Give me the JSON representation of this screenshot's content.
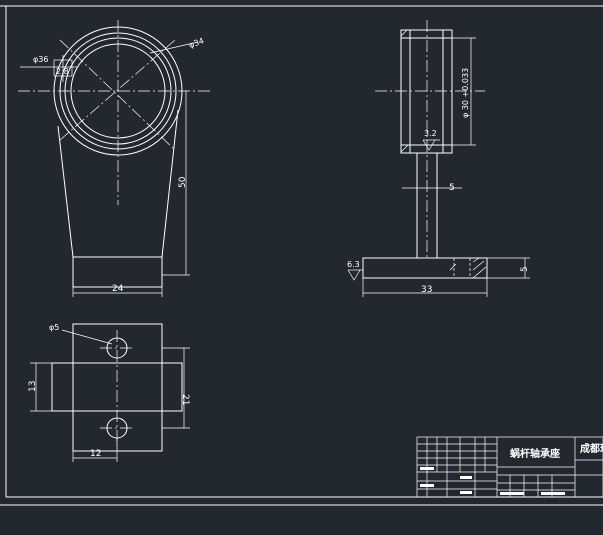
{
  "drawing": {
    "front_view": {
      "dim_height": "50",
      "dim_base_width": "24",
      "dim_outer_dia": "φ34",
      "dim_small_hole": "φ36",
      "dim_side_note": "2.8"
    },
    "side_view": {
      "dim_bore": "φ 30 +0.033",
      "dim_tolerance": "0",
      "dim_stem": "5",
      "dim_base_width": "33",
      "dim_base_height": "5",
      "roughness_top": "3.2",
      "roughness_left": "6.3"
    },
    "top_view": {
      "dim_hole": "φ5",
      "dim_width_inner": "13",
      "dim_width_outer": "21",
      "dim_offset": "12"
    },
    "title_block": {
      "part_name": "蜗杆轴承座",
      "school_label": "成都理"
    }
  }
}
